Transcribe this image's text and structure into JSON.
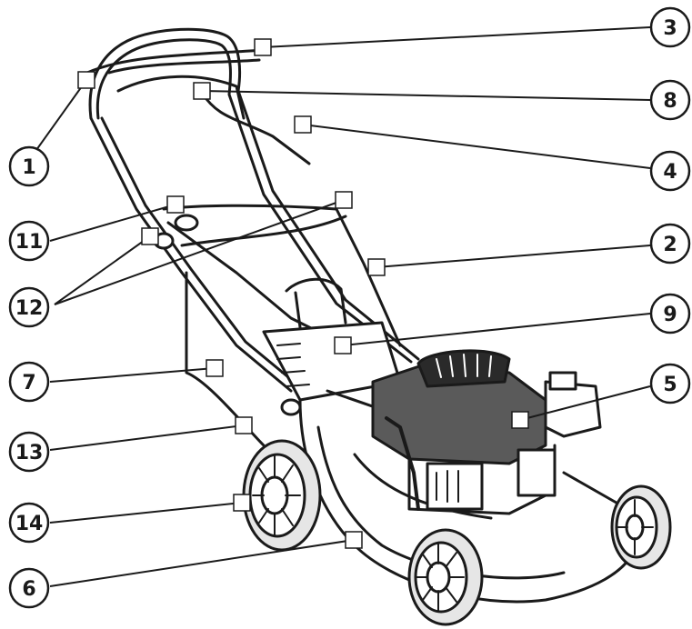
{
  "diagram": {
    "colors": {
      "line": "#1a1a1a",
      "engine_fill": "#5a5a5a",
      "engine_top": "#2a2a2a",
      "wheel_fill": "#e6e6e6",
      "marker_fill": "#ffffff"
    },
    "callouts": [
      {
        "id": "c1",
        "number": "1"
      },
      {
        "id": "c3",
        "number": "3"
      },
      {
        "id": "c8",
        "number": "8"
      },
      {
        "id": "c4",
        "number": "4"
      },
      {
        "id": "c11",
        "number": "11"
      },
      {
        "id": "c2",
        "number": "2"
      },
      {
        "id": "c12",
        "number": "12"
      },
      {
        "id": "c9",
        "number": "9"
      },
      {
        "id": "c7",
        "number": "7"
      },
      {
        "id": "c5",
        "number": "5"
      },
      {
        "id": "c13",
        "number": "13"
      },
      {
        "id": "c14",
        "number": "14"
      },
      {
        "id": "c6",
        "number": "6"
      }
    ]
  }
}
